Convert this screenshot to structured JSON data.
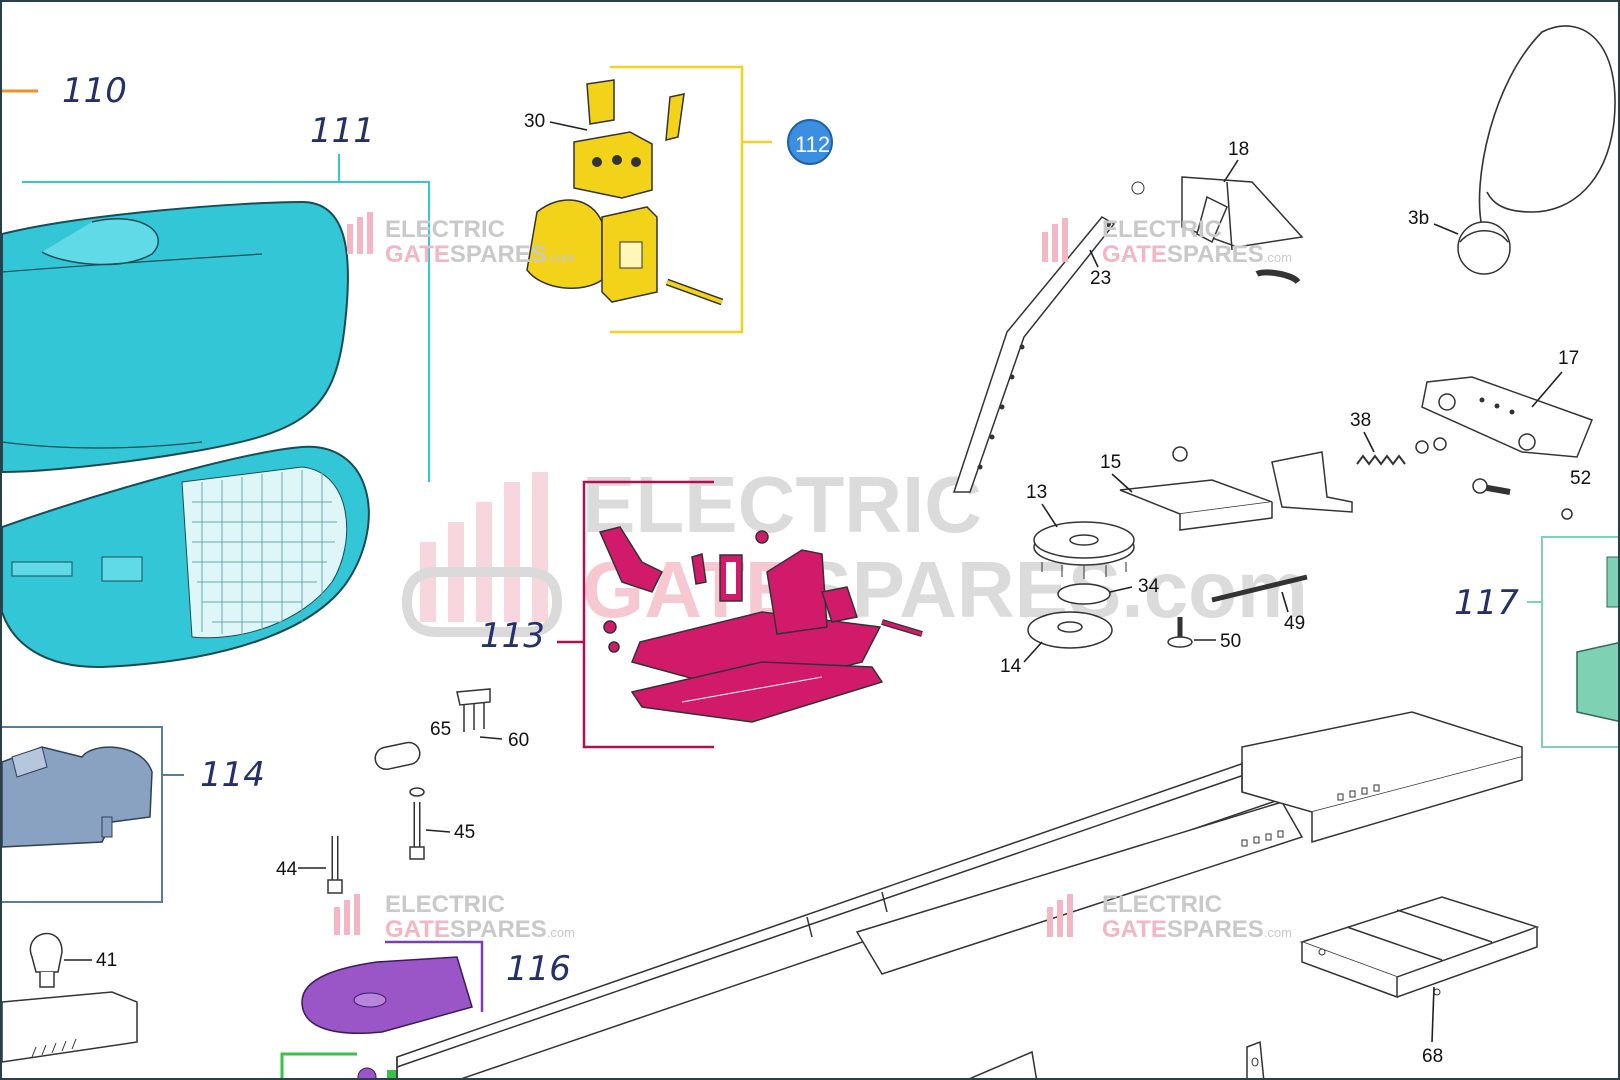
{
  "groups": {
    "g110": "110",
    "g111": "111",
    "g112": "112",
    "g113": "113",
    "g114": "114",
    "g116": "116",
    "g117": "117"
  },
  "parts": {
    "p30": "30",
    "p18": "18",
    "p23": "23",
    "p3b": "3b",
    "p17": "17",
    "p38": "38",
    "p52": "52",
    "p15": "15",
    "p13": "13",
    "p34": "34",
    "p49": "49",
    "p50": "50",
    "p14": "14",
    "p65": "65",
    "p60": "60",
    "p45": "45",
    "p44": "44",
    "p41": "41",
    "p68": "68"
  },
  "watermark": {
    "line1": "ELECTRIC",
    "line2a": "GATE",
    "line2b": "SPARES",
    "suffix": ".com"
  },
  "colors": {
    "cover_blue": "#33c6d6",
    "board_yellow": "#f2d31a",
    "carriage_magenta": "#d11a6a",
    "plate_purple": "#9a55c7",
    "motor_slate": "#8aa2c2",
    "group117_green": "#7fd1b3",
    "accent_orange": "#f0922a"
  }
}
